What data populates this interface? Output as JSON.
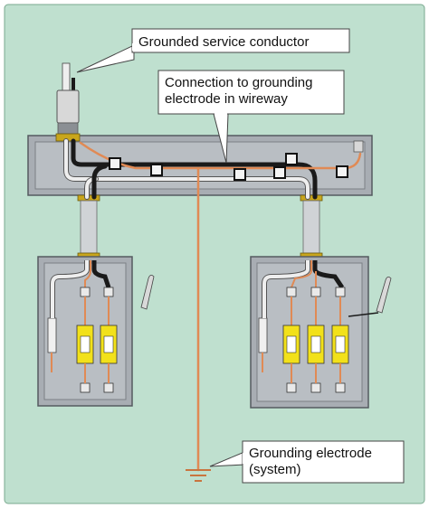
{
  "colors": {
    "background": "#bfe0cf",
    "enclosure": "#a8adb3",
    "enclosure_edge": "#555a60",
    "grounding_wire": "#e08a55",
    "neutral_wire": "#eeeeee",
    "hot_wire": "#1a1a1a",
    "fuse": "#f2e11a",
    "bushing": "#c9a61c"
  },
  "callouts": {
    "service_conductor": "Grounded service conductor",
    "wireway_connection_line1": "Connection to grounding",
    "wireway_connection_line2": "electrode in wireway",
    "electrode_line1": "Grounding electrode",
    "electrode_line2": "(system)"
  },
  "icons": [
    "service-mast-icon",
    "ground-symbol-icon",
    "fuse-icon",
    "disconnect-handle-icon"
  ]
}
